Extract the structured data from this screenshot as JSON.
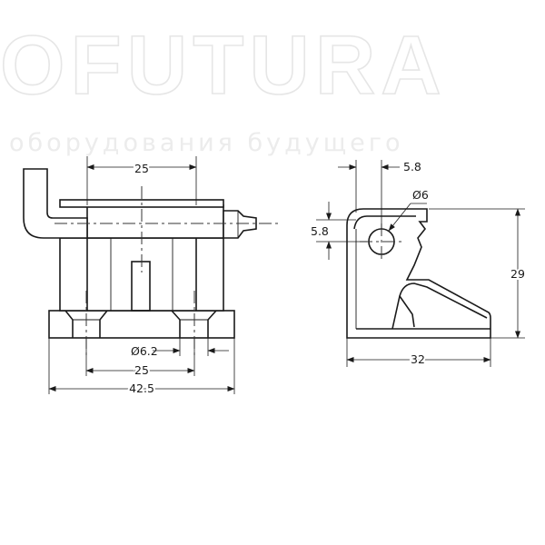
{
  "watermark": {
    "brand": "OFUTURA",
    "tagline": "оборудования будущего"
  },
  "colors": {
    "line": "#1a1a1a",
    "watermark": "#e6e6e6",
    "background": "#ffffff"
  },
  "front_view": {
    "dim_top_width": "25",
    "dim_hole_diameter": "Ø6.2",
    "dim_hole_spacing": "25",
    "dim_overall_width": "42.5"
  },
  "side_view": {
    "dim_pin_offset": "5.8",
    "dim_pin_diameter": "Ø6",
    "dim_pin_height": "5.8",
    "dim_height": "29",
    "dim_depth": "32"
  }
}
